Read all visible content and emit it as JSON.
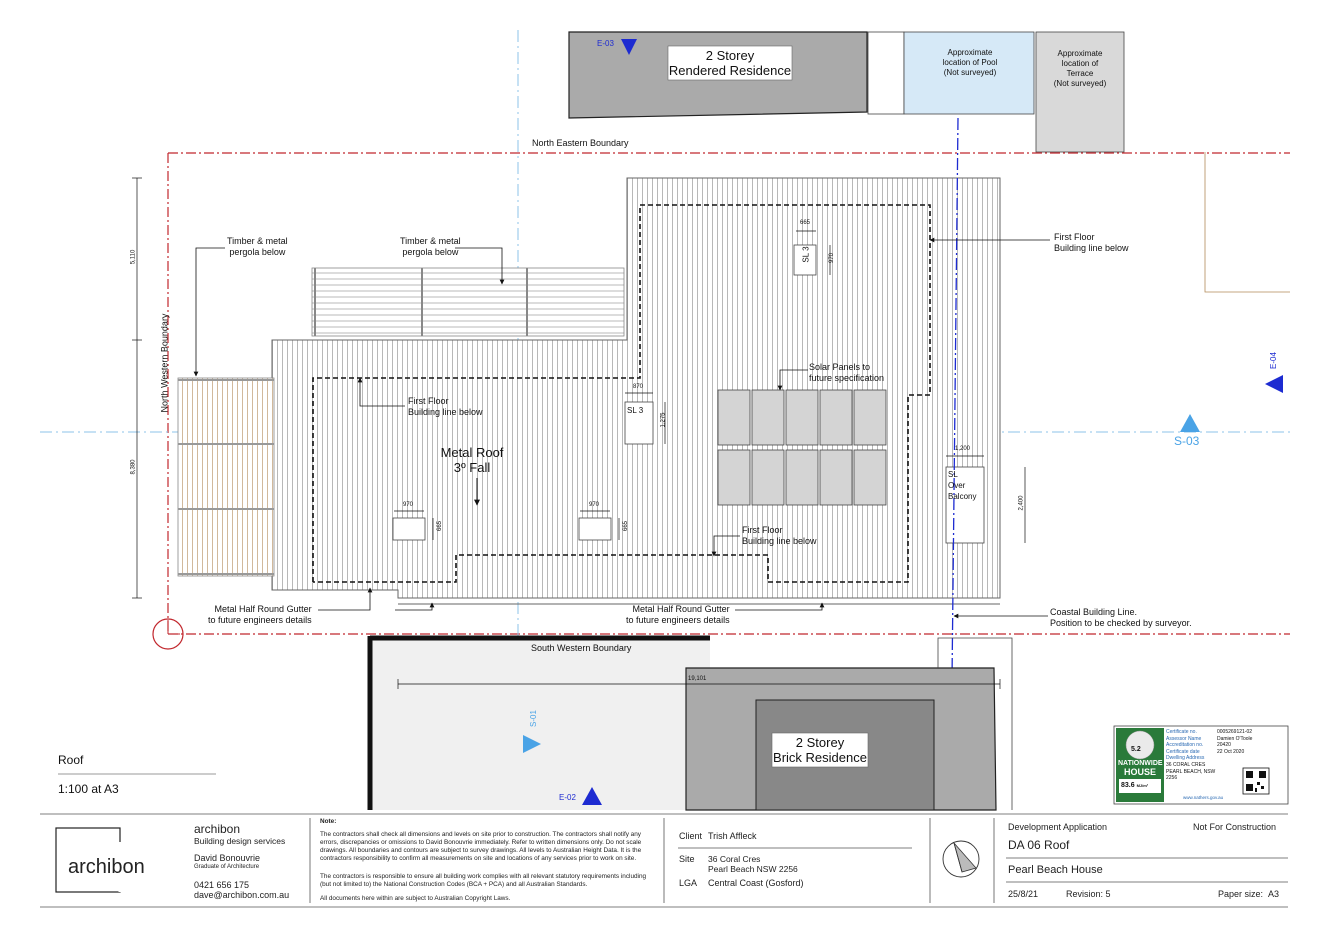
{
  "drawing": {
    "residence_top": [
      "2 Storey",
      "Rendered Residence"
    ],
    "residence_bottom": [
      "2 Storey",
      "Brick Residence"
    ],
    "pool_label": [
      "Approximate",
      "location of Pool",
      "(Not surveyed)"
    ],
    "terrace_label": [
      "Approximate",
      "location of",
      "Terrace",
      "(Not surveyed)"
    ],
    "north_eastern_boundary": "North Eastern Boundary",
    "south_western_boundary": "South Western Boundary",
    "north_western_boundary": "North Western Boundary",
    "pergola_left": [
      "Timber & metal",
      "pergola below"
    ],
    "pergola_top": [
      "Timber & metal",
      "pergola below"
    ],
    "first_floor_right": [
      "First Floor",
      "Building line below"
    ],
    "first_floor_left": [
      "First Floor",
      "Building line below"
    ],
    "first_floor_bottom": [
      "First Floor",
      "Building line below"
    ],
    "solar_panels": [
      "Solar Panels to",
      "future specification"
    ],
    "metal_roof": [
      "Metal Roof",
      "3º Fall"
    ],
    "sl3_a": "SL 3",
    "sl3_b": "SL 3",
    "sl_balcony": [
      "SL",
      "Over",
      "Balcony"
    ],
    "gutter_left": [
      "Metal Half Round Gutter",
      "to future engineers details"
    ],
    "gutter_right": [
      "Metal Half Round Gutter",
      "to future engineers details"
    ],
    "coastal_line": [
      "Coastal Building Line.",
      "Position to be checked by surveyor."
    ],
    "dims": {
      "d665_top": "665",
      "d970_side": "970",
      "d870": "870",
      "d1275": "1,275",
      "d970_a": "970",
      "d665_a": "665",
      "d970_b": "970",
      "d665_b": "665",
      "d1200": "1,200",
      "d2400": "2,400",
      "d19101": "19,101",
      "d5110": "5,110",
      "d8380": "8,380"
    },
    "section_markers": {
      "e03": "E-03",
      "e04": "E-04",
      "s03": "S-03",
      "s01": "S-01",
      "e02": "E-02"
    },
    "view_title": "Roof",
    "scale": "1:100 at A3"
  },
  "nathers": {
    "cert_no_label": "Certificate no.",
    "cert_no": "0005269121-02",
    "assessor_label": "Assessor Name",
    "assessor": "Damien O'Toole",
    "accred_label": "Accreditation no.",
    "accred": "20420",
    "date_label": "Certificate date",
    "date": "22 Oct 2020",
    "address_label": "Dwelling Address",
    "address": [
      "36 CORAL CRES",
      "PEARL BEACH, NSW",
      "2256"
    ],
    "stars": "5.2",
    "brand": [
      "NATIONWIDE",
      "HOUSE"
    ],
    "mj": "83.6",
    "mj_unit": "MJ/m²",
    "url": "www.nathers.gov.au"
  },
  "title_block": {
    "logo": "archibon",
    "company": "archibon",
    "company_sub": "Building design services",
    "person": "David Bonouvrie",
    "person_title": "Graduate of Architecture",
    "phone": "0421 656 175",
    "email": "dave@archibon.com.au",
    "note_title": "Note:",
    "note_1": "The contractors shall check all dimensions and levels on site prior to construction. The contractors shall notify any errors, discrepancies or omissions to David Bonouvrie immediately. Refer to written dimensions only. Do not scale drawings. All boundaries and contours are subject to survey drawings. All levels to Australian Height Data. It is the contractors responsibility to confirm all measurements on site and locations of any services prior to work on site.",
    "note_2": "The contractors is responsible to ensure all building work complies with all relevant statutory requirements including (but not limited to) the National Construction Codes (BCA + PCA) and all Australian Standards.",
    "note_3": "All documents here within are subject to Australian Copyright Laws.",
    "client_label": "Client",
    "client": "Trish Affleck",
    "site_label": "Site",
    "site_1": "36 Coral Cres",
    "site_2": "Pearl Beach NSW 2256",
    "lga_label": "LGA",
    "lga": "Central Coast (Gosford)",
    "status": "Development Application",
    "not_for": "Not For Construction",
    "sheet": "DA 06 Roof",
    "project": "Pearl Beach House",
    "date": "25/8/21",
    "revision": "Revision: 5",
    "paper_label": "Paper size:",
    "paper": "A3"
  }
}
